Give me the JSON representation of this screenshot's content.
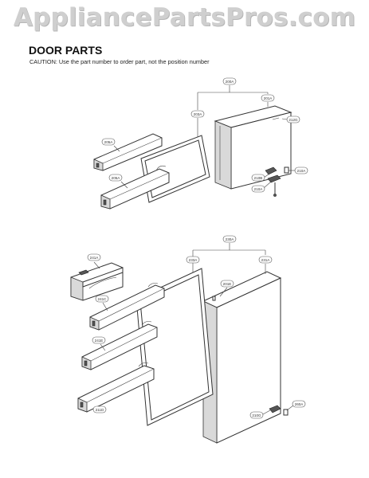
{
  "watermark": "AppliancePartsPros.com",
  "section_title": "DOOR PARTS",
  "caution": "CAUTION: Use the part number to order part, not the position number",
  "callouts": {
    "c200A": "200A",
    "c201A": "201A",
    "c203A": "203A",
    "c205A_top": "205A",
    "c205A_bottom": "205A",
    "c212G": "212G",
    "c210A_top": "210A",
    "c210B": "210B",
    "c210A_bottom": "210A",
    "c230A": "230A",
    "c241A": "241A",
    "c233A": "233A",
    "c231A": "231A",
    "c201E": "201E",
    "c241C": "241C",
    "c241E": "241E",
    "c211D": "211D",
    "c210G": "210G",
    "c260A": "260A"
  }
}
